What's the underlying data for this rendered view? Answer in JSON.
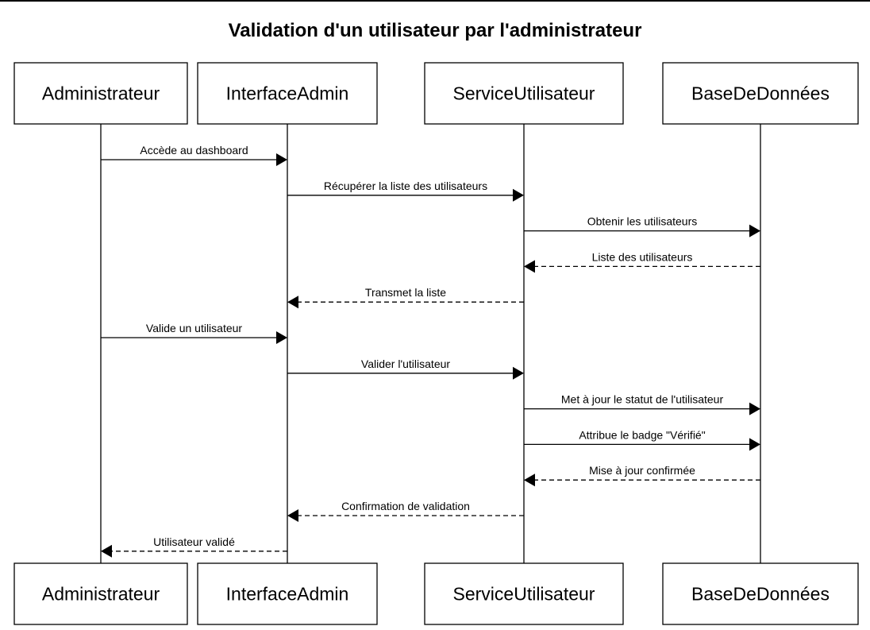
{
  "title": "Validation d'un utilisateur par l'administrateur",
  "participants": [
    {
      "id": "admin",
      "name": "Administrateur"
    },
    {
      "id": "ui",
      "name": "InterfaceAdmin"
    },
    {
      "id": "svc",
      "name": "ServiceUtilisateur"
    },
    {
      "id": "db",
      "name": "BaseDeDonnées"
    }
  ],
  "messages": [
    {
      "from": "admin",
      "to": "ui",
      "label": "Accède au dashboard",
      "style": "solid"
    },
    {
      "from": "ui",
      "to": "svc",
      "label": "Récupérer la liste des utilisateurs",
      "style": "solid"
    },
    {
      "from": "svc",
      "to": "db",
      "label": "Obtenir les utilisateurs",
      "style": "solid"
    },
    {
      "from": "db",
      "to": "svc",
      "label": "Liste des utilisateurs",
      "style": "dashed"
    },
    {
      "from": "svc",
      "to": "ui",
      "label": "Transmet la liste",
      "style": "dashed"
    },
    {
      "from": "admin",
      "to": "ui",
      "label": "Valide un utilisateur",
      "style": "solid"
    },
    {
      "from": "ui",
      "to": "svc",
      "label": "Valider l'utilisateur",
      "style": "solid"
    },
    {
      "from": "svc",
      "to": "db",
      "label": "Met à jour le statut de l'utilisateur",
      "style": "solid"
    },
    {
      "from": "svc",
      "to": "db",
      "label": "Attribue le badge \"Vérifié\"",
      "style": "solid"
    },
    {
      "from": "db",
      "to": "svc",
      "label": "Mise à jour confirmée",
      "style": "dashed"
    },
    {
      "from": "svc",
      "to": "ui",
      "label": "Confirmation de validation",
      "style": "dashed"
    },
    {
      "from": "ui",
      "to": "admin",
      "label": "Utilisateur validé",
      "style": "dashed"
    }
  ]
}
